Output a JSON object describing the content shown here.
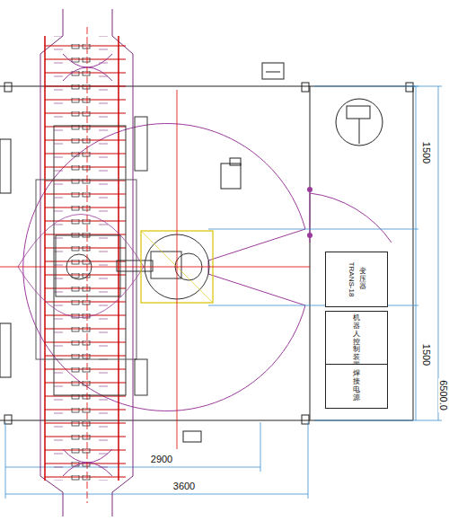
{
  "diagram": {
    "nodes": [
      {
        "text": [
          "TRANS-18",
          "变压器"
        ]
      },
      {
        "text": [
          "机器人控制装置"
        ]
      },
      {
        "text": [
          "焊接电源"
        ]
      }
    ],
    "edges": [],
    "labels": [
      "1500",
      "1500",
      "6500.0",
      "2900",
      "3600"
    ]
  }
}
